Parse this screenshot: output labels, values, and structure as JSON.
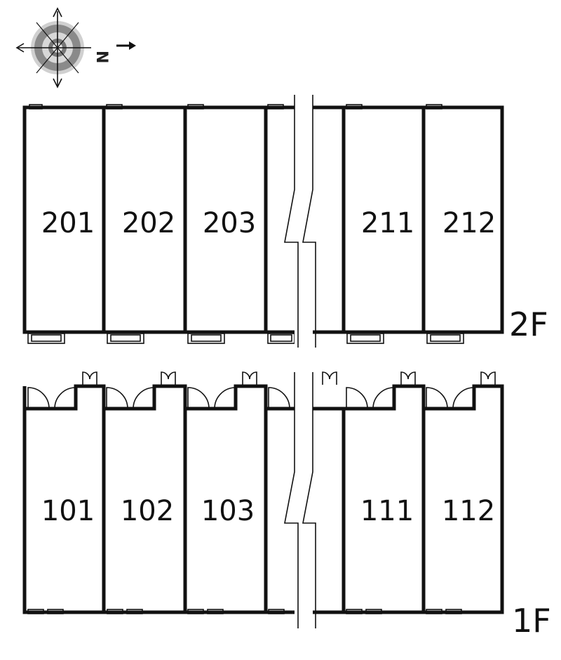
{
  "compass": {
    "north_label": "N",
    "arrow_direction": "right"
  },
  "floors": [
    {
      "id": "2f",
      "label": "2F",
      "units": [
        "201",
        "202",
        "203",
        "211",
        "212"
      ]
    },
    {
      "id": "1f",
      "label": "1F",
      "units": [
        "101",
        "102",
        "103",
        "111",
        "112"
      ]
    }
  ],
  "colors": {
    "line": "#111111",
    "compass_gray": "#8a8a8a",
    "compass_light": "#cfcfcf"
  }
}
